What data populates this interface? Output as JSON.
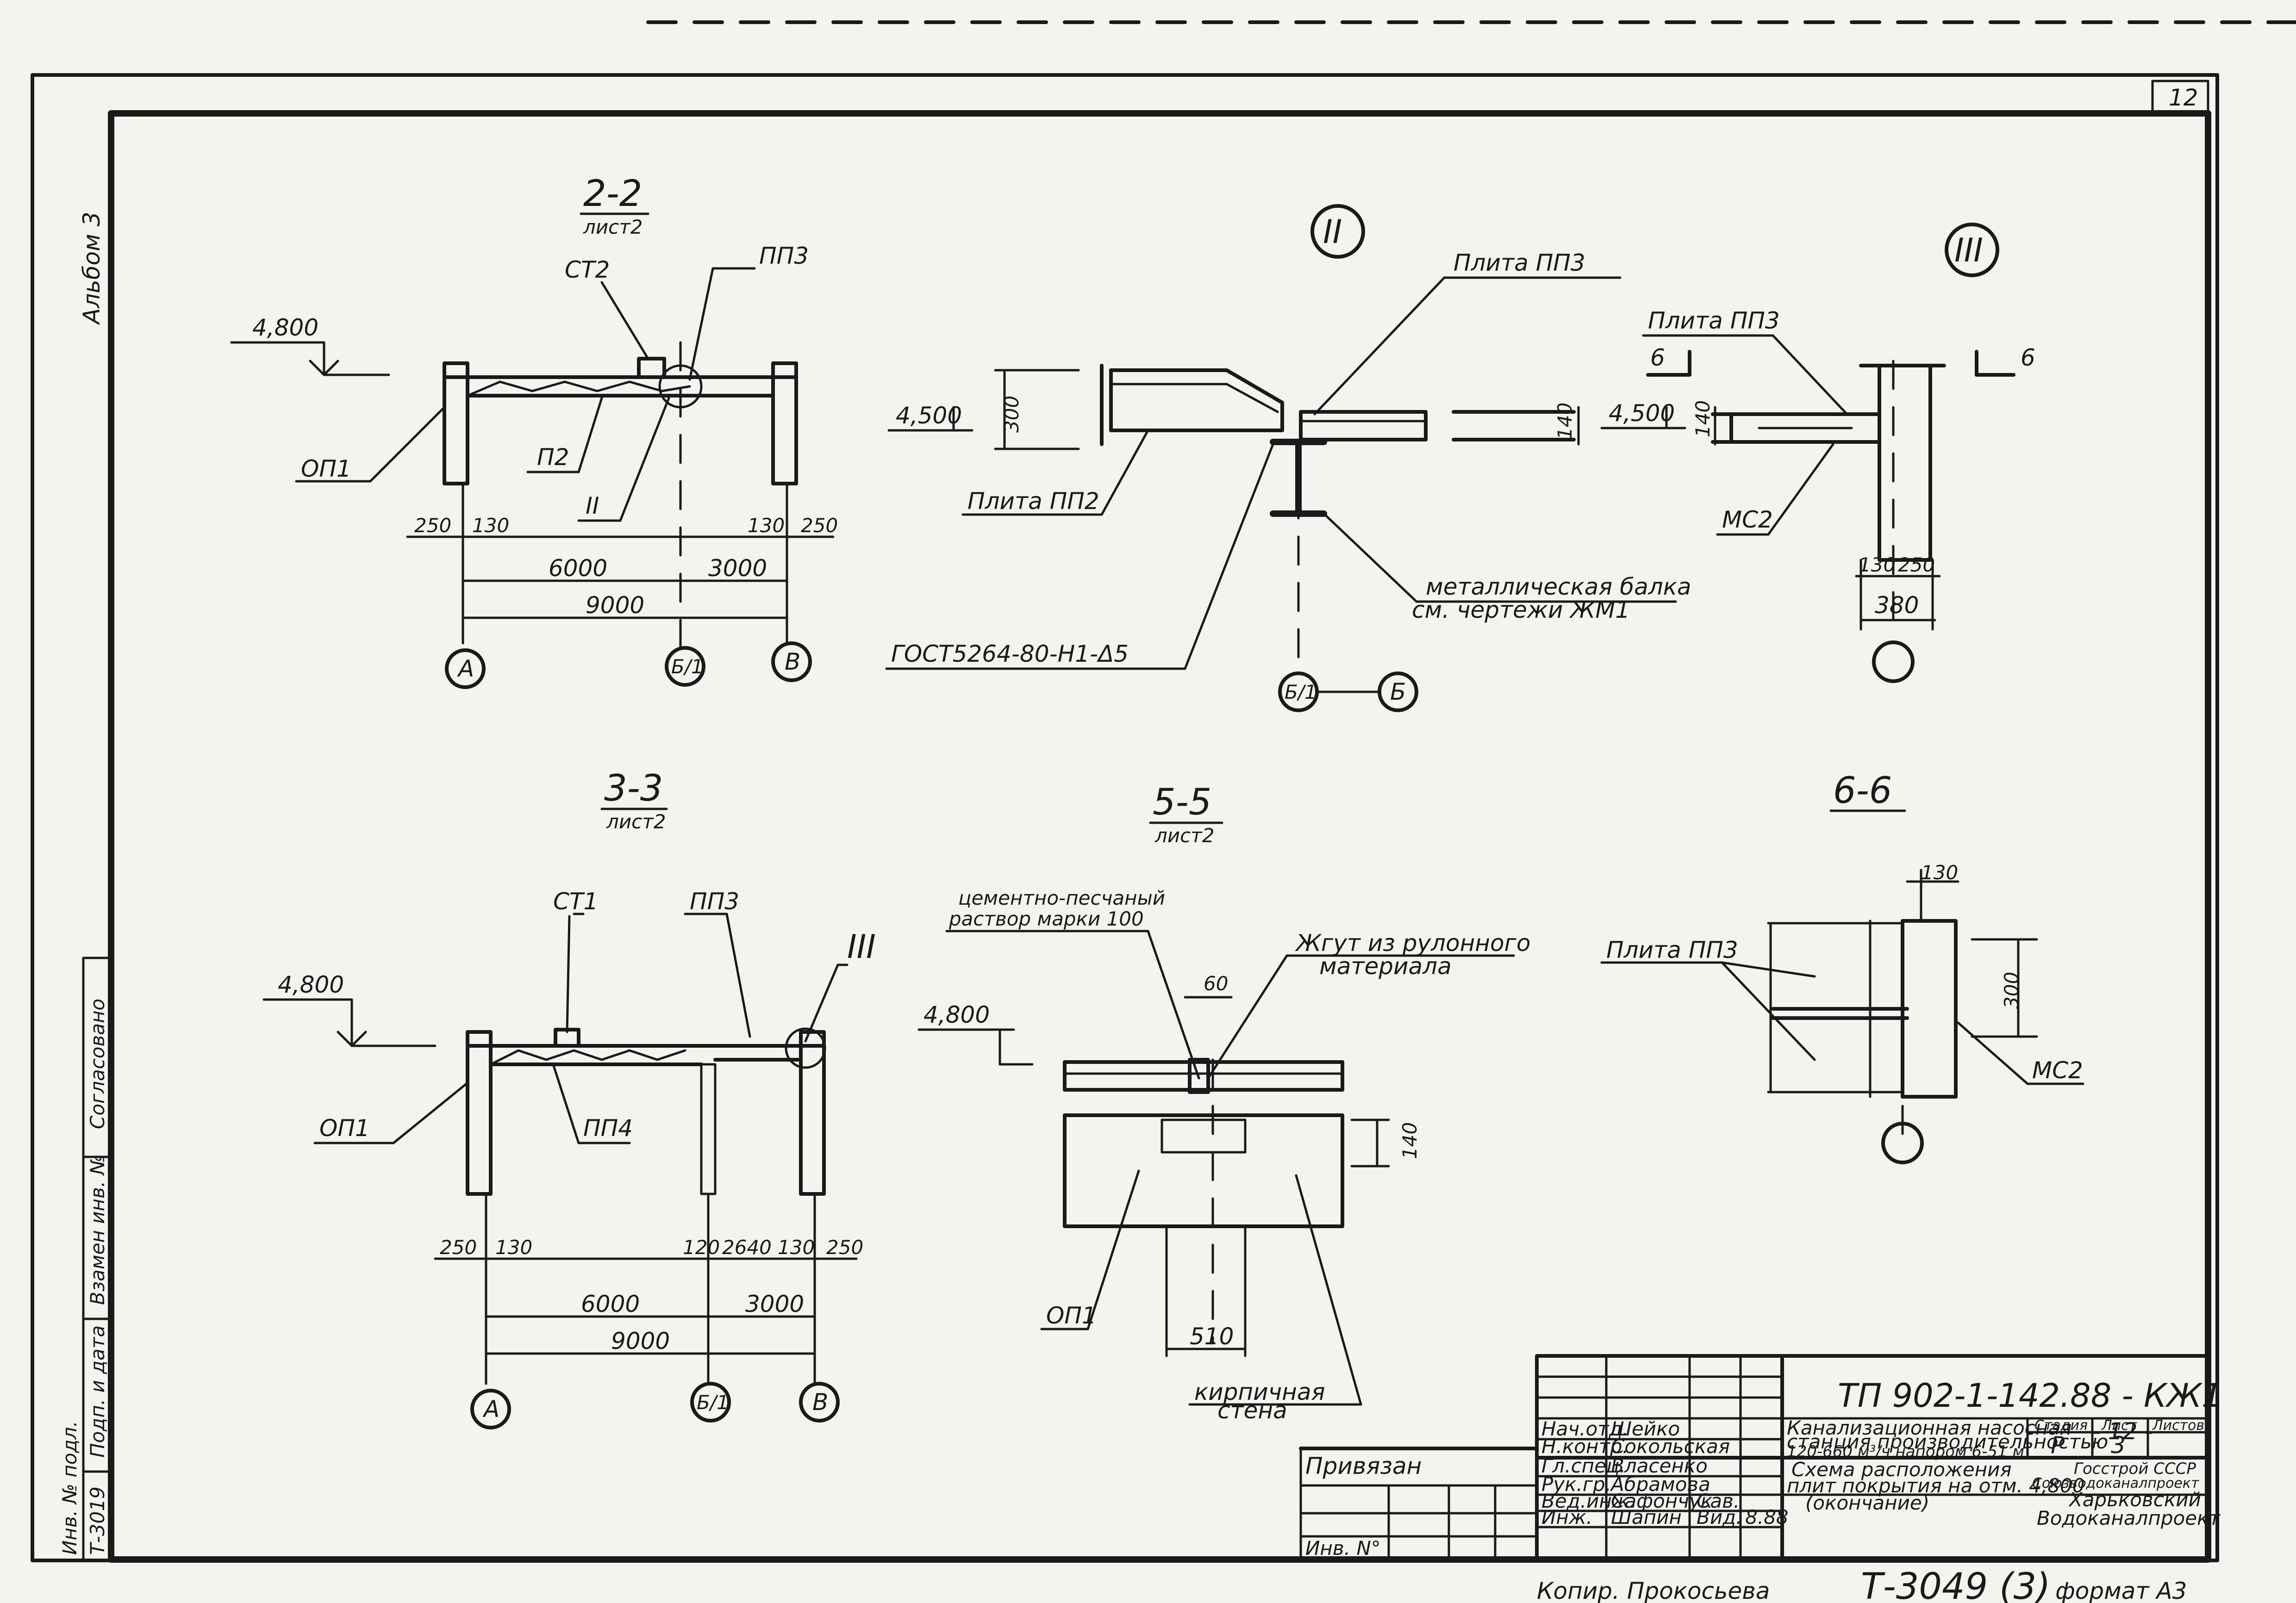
{
  "sheet": {
    "sheet_number_corner": "12",
    "album": "Альбом 3",
    "format": "формат А3",
    "copied_by": "Копир. Прокосьева",
    "stamp_number": "Т-3049 (3)",
    "left_strip": [
      "Согласовано",
      "Взамен инв. №",
      "Подп. и дата",
      "Инв. № подл.",
      "Т-3019"
    ]
  },
  "views": {
    "s22": {
      "title": "2-2",
      "ref": "лист2",
      "labels": {
        "level": "4,800",
        "st2": "СТ2",
        "pp3": "ПП3",
        "op1": "ОП1",
        "p2": "П2",
        "node": "II"
      },
      "dims": {
        "d250l": "250",
        "d130l": "130",
        "d130r": "130",
        "d250r": "250",
        "d6000": "6000",
        "d3000": "3000",
        "d9000": "9000"
      },
      "axes": {
        "a": "А",
        "b": "Б/1",
        "c": "В"
      }
    },
    "n2": {
      "title": "II",
      "labels": {
        "plate_pp3": "Плита ПП3",
        "level": "4,500",
        "h300": "300",
        "h140": "140",
        "plate_pp2": "Плита ПП2",
        "beam1": "металлическая балка",
        "beam2": "см. чертежи ЖМ1",
        "gost": "ГОСТ5264-80-Н1-Δ5"
      },
      "axes": {
        "b1": "Б/1",
        "b": "Б"
      }
    },
    "n3": {
      "title": "III",
      "labels": {
        "plate_pp3": "Плита ПП3",
        "cut_l": "6",
        "cut_r": "6",
        "level": "4,500",
        "h140": "140",
        "mc2": "МС2"
      },
      "dims": {
        "d130": "130",
        "d250": "250",
        "d380": "380"
      }
    },
    "s33": {
      "title": "3-3",
      "ref": "лист2",
      "labels": {
        "st1": "СТ1",
        "pp3": "ПП3",
        "node": "III",
        "level": "4,800",
        "op1": "ОП1",
        "pp4": "ПП4"
      },
      "dims": {
        "d250": "250",
        "d130a": "130",
        "d120": "120",
        "d2640": "2640",
        "d130b": "130",
        "d250b": "250",
        "d6000": "6000",
        "d3000": "3000",
        "d9000": "9000"
      },
      "axes": {
        "a": "А",
        "b": "Б/1",
        "c": "В"
      }
    },
    "s55": {
      "title": "5-5",
      "ref": "лист2",
      "labels": {
        "mortar1": "цементно-песчаный",
        "mortar2": "раствор марки 100",
        "tow1": "Жгут из рулонного",
        "tow2": "материала",
        "d60": "60",
        "level": "4,800",
        "h140": "140",
        "op1": "ОП1",
        "d510": "510",
        "wall1": "кирпичная",
        "wall2": "стена"
      }
    },
    "s66": {
      "title": "6-6",
      "labels": {
        "d130": "130",
        "plate_pp3": "Плита ПП3",
        "h300": "300",
        "mc2": "МС2"
      }
    }
  },
  "title_block": {
    "doc_code": "ТП 902-1-142.88 - КЖ1",
    "sheet_sub": "- 12 -",
    "attached": "Привязан",
    "inv": "Инв. N°",
    "roles": [
      "Нач.отд.",
      "Н.контр.",
      "Гл.спец.",
      "Рук.гр.",
      "Вед.инж.",
      "Инж."
    ],
    "names": [
      "Шейко",
      "Сокольская",
      "Власенко",
      "Абрамова",
      "Сафончук",
      "Шапин"
    ],
    "signs": [
      "",
      "",
      "",
      "",
      "Сав.",
      "Вид."
    ],
    "dates": [
      "",
      "",
      "",
      "",
      "",
      "8.88"
    ],
    "project": [
      "Канализационная насосная",
      "станция производительностью",
      "120-660 м³/ч напором 6-51 м"
    ],
    "sheet_title": [
      "Схема расположения",
      "плит покрытия на отм. 4,800",
      "(окончание)"
    ],
    "stage_hdr": "Стадия",
    "sheet_hdr": "Лист",
    "sheets_hdr": "Листов",
    "stage": "Р",
    "sheet_no": "3",
    "org": [
      "Госстрой СССР",
      "Союзводоканалпроект",
      "Харьковский",
      "Водоканалпроект"
    ]
  }
}
